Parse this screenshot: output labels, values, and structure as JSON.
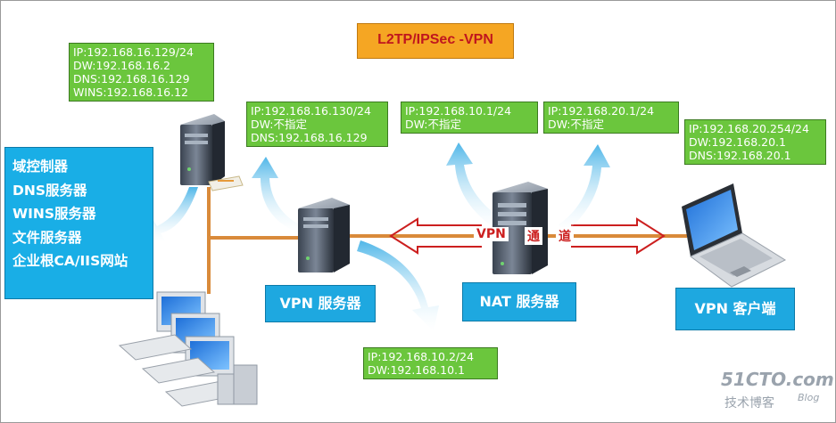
{
  "title": "L2TP/IPSec -VPN",
  "dc_info": [
    "IP:192.168.16.129/24",
    "DW:192.168.16.2",
    "DNS:192.168.16.129",
    "WINS:192.168.16.12"
  ],
  "vpn_inner_info": [
    "IP:192.168.16.130/24",
    "DW:不指定",
    "DNS:192.168.16.129"
  ],
  "nat_inner_info": [
    "IP:192.168.10.1/24",
    "DW:不指定"
  ],
  "nat_outer_info": [
    "IP:192.168.20.1/24",
    "DW:不指定"
  ],
  "client_info": [
    "IP:192.168.20.254/24",
    "DW:192.168.20.1",
    "DNS:192.168.20.1"
  ],
  "vpn_outer_info": [
    "IP:192.168.10.2/24",
    "DW:192.168.10.1"
  ],
  "roles": [
    "域控制器",
    "DNS服务器",
    "WINS服务器",
    "文件服务器",
    "企业根CA/IIS网站"
  ],
  "labels": {
    "vpn_server": "VPN 服务器",
    "nat_server": "NAT 服务器",
    "vpn_client": "VPN 客户端",
    "tunnel": [
      "VPN",
      "通",
      "道"
    ]
  },
  "watermark": {
    "site": "51CTO.com",
    "sub": "技术博客",
    "blog": "Blog"
  },
  "colors": {
    "info_box": "#6bc63d",
    "title_box": "#f5a623",
    "label_box": "#1ea8e0",
    "link": "#d98a3a",
    "tunnel": "#cc1f1f"
  }
}
